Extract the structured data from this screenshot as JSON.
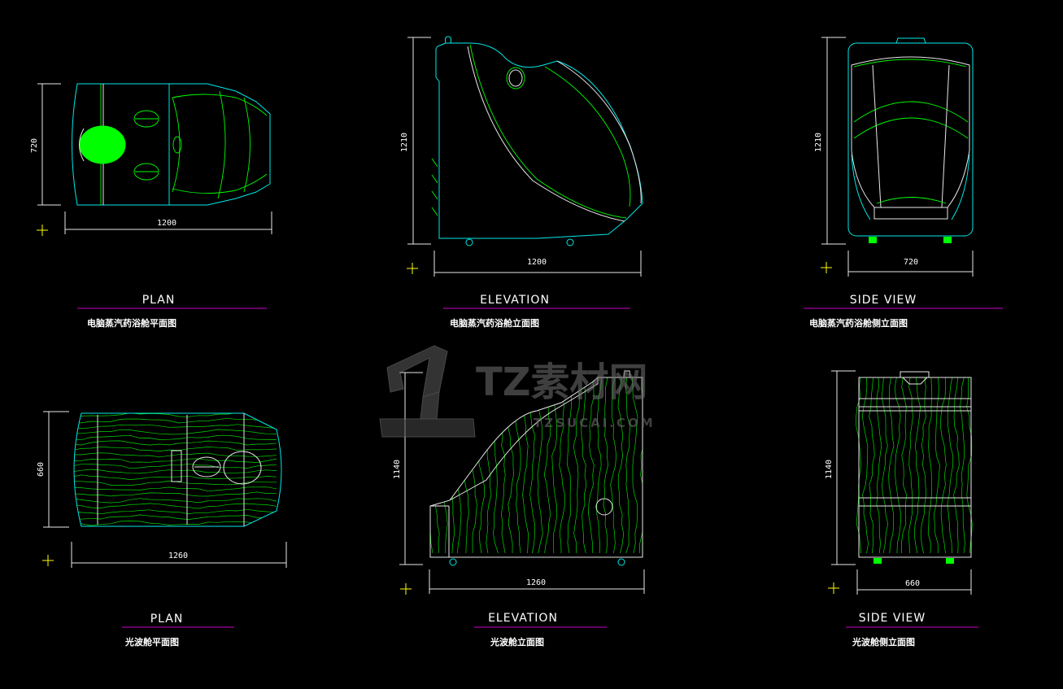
{
  "drawings": [
    {
      "id": "steam-plan",
      "title": "PLAN",
      "subtitle": "电脑蒸汽药浴舱平面图",
      "dim_h": "720",
      "dim_w": "1200"
    },
    {
      "id": "steam-elev",
      "title": "ELEVATION",
      "subtitle": "电脑蒸汽药浴舱立面图",
      "dim_h": "1210",
      "dim_w": "1200"
    },
    {
      "id": "steam-side",
      "title": "SIDE VIEW",
      "subtitle": "电脑蒸汽药浴舱侧立面图",
      "dim_h": "1210",
      "dim_w": "720"
    },
    {
      "id": "light-plan",
      "title": "PLAN",
      "subtitle": "光波舱平面图",
      "dim_h": "660",
      "dim_w": "1260"
    },
    {
      "id": "light-elev",
      "title": "ELEVATION",
      "subtitle": "光波舱立面图",
      "dim_h": "1140",
      "dim_w": "1260"
    },
    {
      "id": "light-side",
      "title": "SIDE VIEW",
      "subtitle": "光波舱侧立面图",
      "dim_h": "1140",
      "dim_w": "660"
    }
  ],
  "watermark": {
    "brand": "TZ素材网",
    "url": "TZSUCAI.COM"
  },
  "colors": {
    "background": "#000000",
    "outline": "#00e8e8",
    "detail": "#00ff00",
    "dimension": "#e8e8e8",
    "origin_mark": "#ffff00",
    "title_underline": "#cc00cc"
  }
}
